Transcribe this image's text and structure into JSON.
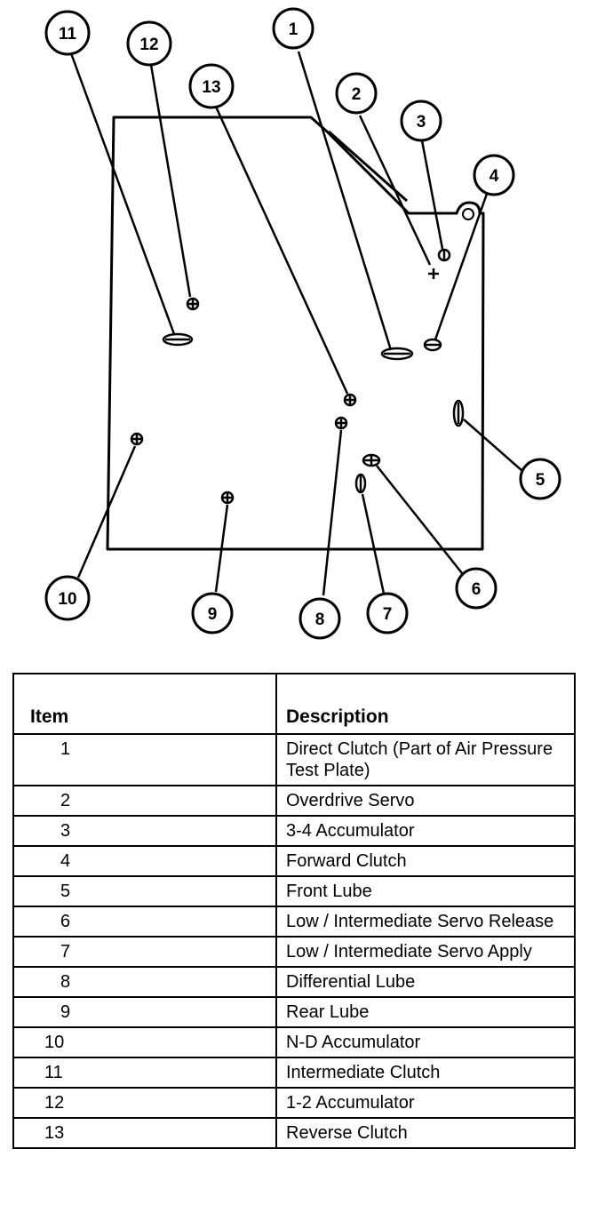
{
  "diagram": {
    "callouts": [
      "1",
      "2",
      "3",
      "4",
      "5",
      "6",
      "7",
      "8",
      "9",
      "10",
      "11",
      "12",
      "13"
    ]
  },
  "table": {
    "headers": {
      "item": "Item",
      "description": "Description"
    },
    "rows": [
      {
        "item": "1",
        "description": "Direct Clutch (Part of Air Pressure Test Plate)"
      },
      {
        "item": "2",
        "description": "Overdrive Servo"
      },
      {
        "item": "3",
        "description": "3-4 Accumulator"
      },
      {
        "item": "4",
        "description": "Forward Clutch"
      },
      {
        "item": "5",
        "description": "Front Lube"
      },
      {
        "item": "6",
        "description": "Low / Intermediate Servo Release"
      },
      {
        "item": "7",
        "description": "Low / Intermediate Servo Apply"
      },
      {
        "item": "8",
        "description": "Differential Lube"
      },
      {
        "item": "9",
        "description": "Rear Lube"
      },
      {
        "item": "10",
        "description": "N-D Accumulator"
      },
      {
        "item": "11",
        "description": "Intermediate Clutch"
      },
      {
        "item": "12",
        "description": "1-2 Accumulator"
      },
      {
        "item": "13",
        "description": "Reverse Clutch"
      }
    ]
  }
}
